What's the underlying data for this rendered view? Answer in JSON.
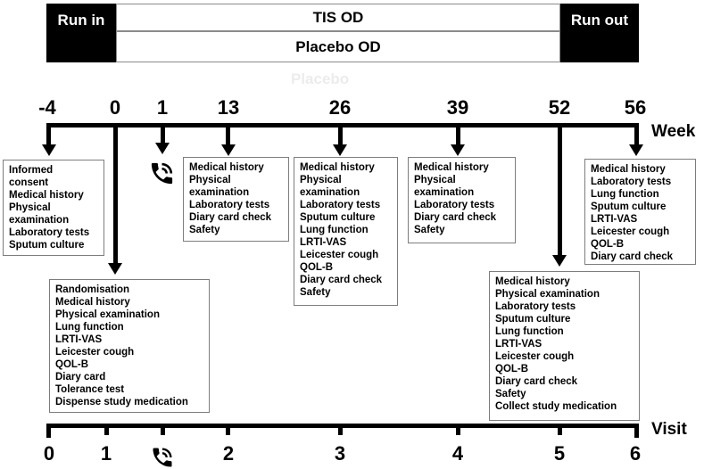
{
  "top_bar": {
    "run_in": "Run in",
    "tis_row": "TIS OD",
    "placebo_row": "Placebo OD",
    "run_out": "Run out",
    "watermark": "Placebo"
  },
  "week_axis": {
    "label": "Week",
    "ticks": [
      "-4",
      "0",
      "1",
      "13",
      "26",
      "39",
      "52",
      "56"
    ]
  },
  "visit_axis": {
    "label": "Visit",
    "ticks": [
      "0",
      "1",
      "2",
      "3",
      "4",
      "5",
      "6"
    ]
  },
  "icons": {
    "week_1": "phone-call",
    "visit_row": "phone-call"
  },
  "boxes": {
    "week_minus4": {
      "lines": [
        "Informed",
        "consent",
        "Medical history",
        "Physical",
        "examination",
        "Laboratory tests",
        "Sputum culture"
      ]
    },
    "week_0": {
      "lines": [
        "Randomisation",
        "Medical history",
        "Physical examination",
        "Lung function",
        "LRTI-VAS",
        "Leicester cough",
        "QOL-B",
        "Diary card",
        "Tolerance test",
        "Dispense study medication"
      ]
    },
    "week_13": {
      "lines": [
        "Medical history",
        "Physical",
        "examination",
        "Laboratory tests",
        "Diary card check",
        "Safety"
      ]
    },
    "week_26": {
      "lines": [
        "Medical history",
        "Physical",
        "examination",
        "Laboratory tests",
        "Sputum culture",
        "Lung function",
        "LRTI-VAS",
        "Leicester cough",
        "QOL-B",
        "Diary card check",
        "Safety"
      ]
    },
    "week_39": {
      "lines": [
        "Medical history",
        "Physical",
        "examination",
        "Laboratory tests",
        "Diary card check",
        "Safety"
      ]
    },
    "week_52": {
      "lines": [
        "Medical history",
        "Physical examination",
        "Laboratory tests",
        "Sputum culture",
        "Lung function",
        "LRTI-VAS",
        "Leicester cough",
        "QOL-B",
        "Diary card check",
        "Safety",
        "Collect study medication"
      ]
    },
    "week_56": {
      "lines": [
        "Medical history",
        "Laboratory tests",
        "Lung function",
        "Sputum culture",
        "LRTI-VAS",
        "Leicester cough",
        "QOL-B",
        "Diary card check"
      ]
    }
  },
  "colors": {
    "foreground": "#000000",
    "background": "#ffffff",
    "box_border": "#7d7d7d",
    "bar_border": "#8a8a8a",
    "watermark": "#ececec"
  }
}
